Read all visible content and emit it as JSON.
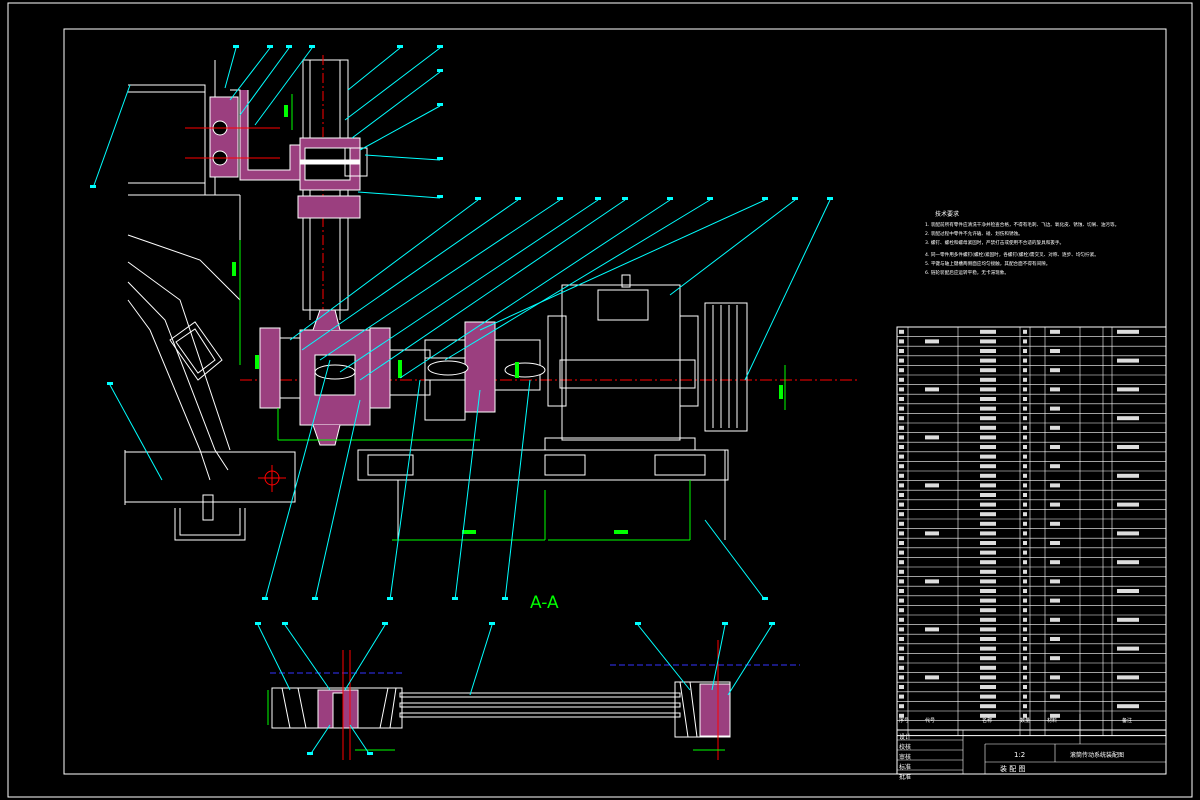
{
  "drawing": {
    "section_label": "A-A",
    "scale": "1:2",
    "drawing_name": "滚筒传动系统装配图",
    "sheet_label": "装 配 图",
    "title_block_rows": [
      "设计",
      "校核",
      "审核",
      "标准",
      "批准"
    ],
    "notes_title": "技术要求",
    "notes": [
      "1. 装配前所有零件应清洗干净并检查合格，不得有毛刺、飞边、氧化皮、锈蚀、切屑、油污等。",
      "2. 装配过程中零件不允许磕、碰、划伤和锈蚀。",
      "3. 螺钉、螺栓和螺母紧固时，严禁打击或使用不合适的旋具和扳手。",
      "4. 同一零件用多件螺钉(螺栓)紧固时，各螺钉(螺栓)需交叉、对称、逐步、均匀拧紧。",
      "5. 平键与轴上键槽两侧面应均匀接触，其配合面不得有间隙。",
      "6. 链轮装配后应运转平稳，无卡滞现象。"
    ],
    "bom_header": [
      "序号",
      "代号",
      "名称",
      "数量",
      "材料",
      "备注"
    ]
  },
  "colors": {
    "outline": "#ffffff",
    "leader": "#00ffff",
    "dimension": "#00ff00",
    "centerline": "#ff0000",
    "section": "#9b3f7f",
    "hidden": "#3333ff"
  }
}
